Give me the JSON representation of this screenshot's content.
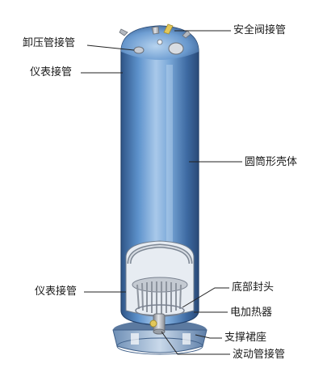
{
  "labels": {
    "relief_pipe": "卸压管接管",
    "instrument_pipe_top": "仪表接管",
    "safety_valve_pipe": "安全阀接管",
    "cylindrical_shell": "圆筒形壳体",
    "instrument_pipe_bottom": "仪表接管",
    "bottom_head": "底部封头",
    "electric_heater": "电加热器",
    "support_skirt": "支撑裙座",
    "fluctuation_pipe": "波动管接管"
  },
  "colors": {
    "shell_light": "#9fc2e6",
    "shell_mid": "#4f86c4",
    "shell_dark": "#2c4f80",
    "metal_gray": "#b9bcc2",
    "valve_yellow": "#e3c85a",
    "leader_line": "#222222"
  }
}
